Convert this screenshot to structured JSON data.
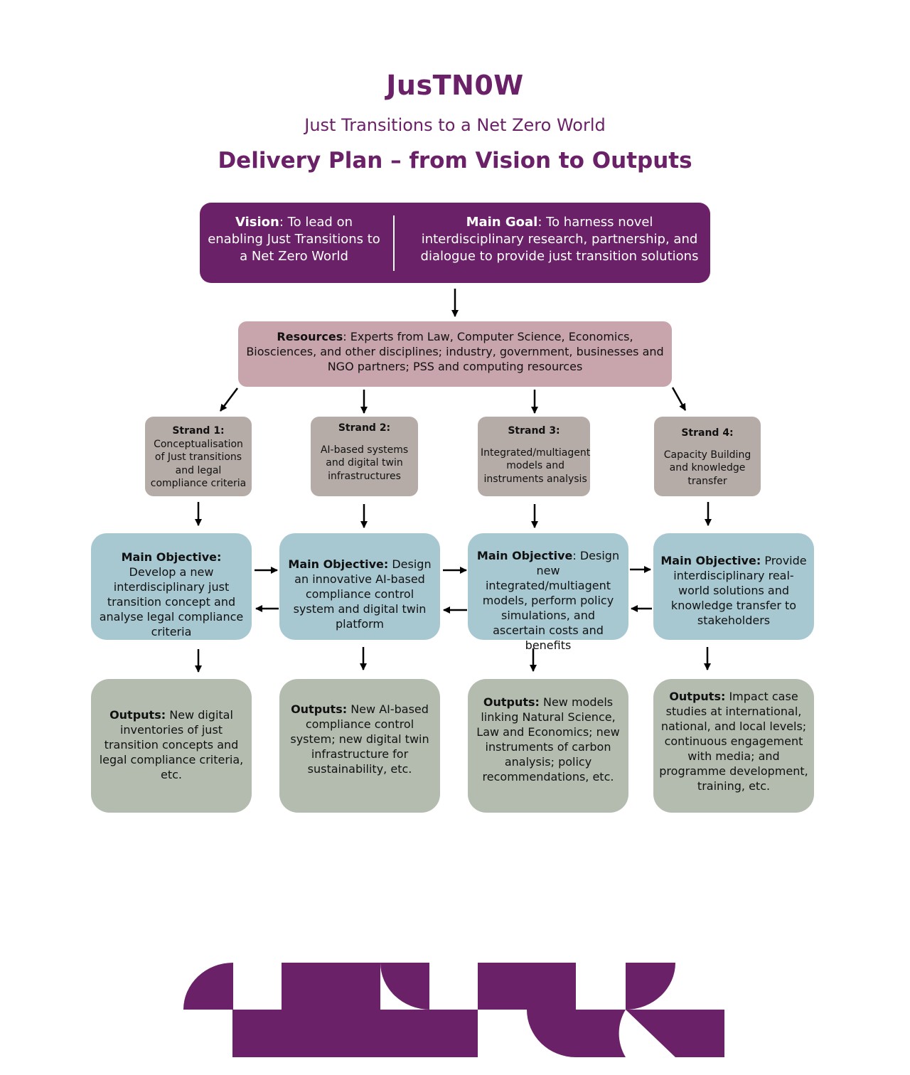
{
  "header": {
    "title": "JusTN0W",
    "subtitle": "Just Transitions to a Net Zero World",
    "plan_title": "Delivery Plan – from Vision to Outputs"
  },
  "vision": {
    "label": "Vision",
    "text": ": To lead on enabling Just Transitions to a Net Zero World"
  },
  "goal": {
    "label": "Main Goal",
    "text": ": To harness novel interdisciplinary research, partnership, and dialogue to provide just transition solutions"
  },
  "resources": {
    "label": "Resources",
    "text": ": Experts from Law, Computer Science, Economics, Biosciences, and other disciplines; industry, government, businesses and NGO partners; PSS and computing resources"
  },
  "strands": [
    {
      "label": "Strand 1:",
      "text": "Conceptualisation of Just transitions and legal compliance criteria"
    },
    {
      "label": "Strand 2:",
      "text": "AI-based systems and digital twin infrastructures"
    },
    {
      "label": "Strand 3:",
      "text": "Integrated/multiagent models and instruments analysis"
    },
    {
      "label": "Strand 4:",
      "text": "Capacity Building and knowledge transfer"
    }
  ],
  "objectives": [
    {
      "label": "Main Objective:",
      "text": " Develop a new interdisciplinary just transition concept and analyse legal compliance criteria"
    },
    {
      "label": "Main Objective:",
      "text": " Design an innovative AI-based compliance control system and digital twin platform"
    },
    {
      "label": "Main Objective",
      "text": ": Design new integrated/multiagent models, perform policy simulations, and ascertain costs and benefits"
    },
    {
      "label": "Main Objective:",
      "text": " Provide interdisciplinary real-world solutions and knowledge transfer to stakeholders"
    }
  ],
  "outputs": [
    {
      "label": "Outputs:",
      "text": " New digital inventories of just transition concepts and legal compliance criteria, etc."
    },
    {
      "label": "Outputs:",
      "text": " New AI-based compliance control system; new digital twin infrastructure for sustainability, etc."
    },
    {
      "label": "Outputs:",
      "text": " New models linking Natural Science, Law and Economics; new instruments of carbon analysis; policy recommendations, etc."
    },
    {
      "label": "Outputs:",
      "text": " Impact case studies at international, national, and local levels; continuous engagement with media; and programme development, training, etc."
    }
  ],
  "colors": {
    "brand_purple": "#6b2168",
    "resources_pink": "#c8a4ad",
    "strand_taupe": "#b5aba7",
    "objective_blue": "#a7c8d1",
    "output_sage": "#b4bcb0"
  }
}
